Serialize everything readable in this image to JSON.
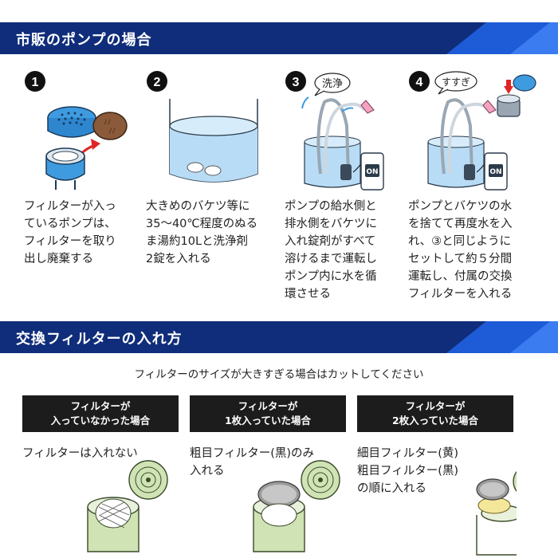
{
  "section1": {
    "title": "市販のポンプの場合"
  },
  "steps": [
    {
      "number": "1",
      "text": "フィルターが入っ\nているポンプは、\nフィルターを取り\n出し廃棄する"
    },
    {
      "number": "2",
      "text": "大きめのバケツ等に\n35〜40℃程度のぬる\nま湯約10Lと洗浄剤\n2錠を入れる"
    },
    {
      "number": "3",
      "bubble": "洗浄",
      "switch_label": "ON",
      "text": "ポンプの給水側と\n排水側をバケツに\n入れ錠剤がすべて\n溶けるまで運転し\nポンプ内に水を循\n環させる"
    },
    {
      "number": "4",
      "bubble": "すすぎ",
      "switch_label": "ON",
      "text": "ポンプとバケツの水\nを捨てて再度水を入\nれ、③と同じように\nセットして約５分間\n運転し、付属の交換\nフィルターを入れる"
    }
  ],
  "section2": {
    "title": "交換フィルターの入れ方"
  },
  "note": "フィルターのサイズが大きすぎる場合はカットしてください",
  "cases": [
    {
      "header": "フィルターが\n入っていなかった場合",
      "text": "フィルターは入れない"
    },
    {
      "header": "フィルターが\n1枚入っていた場合",
      "text": "粗目フィルター(黒)のみ\n入れる"
    },
    {
      "header": "フィルターが\n2枚入っていた場合",
      "text": "細目フィルター(黄)\n粗目フィルター(黒)\nの順に入れる"
    }
  ],
  "colors": {
    "banner": "#0f2d7a",
    "banner_accent": "#1e5bd6",
    "water": "#b8dcf5",
    "pump_blue": "#3f9be0",
    "filter_green": "#cfe3b5",
    "filter_yellow": "#f5e79a",
    "tablet_brown": "#8a5a3a"
  }
}
